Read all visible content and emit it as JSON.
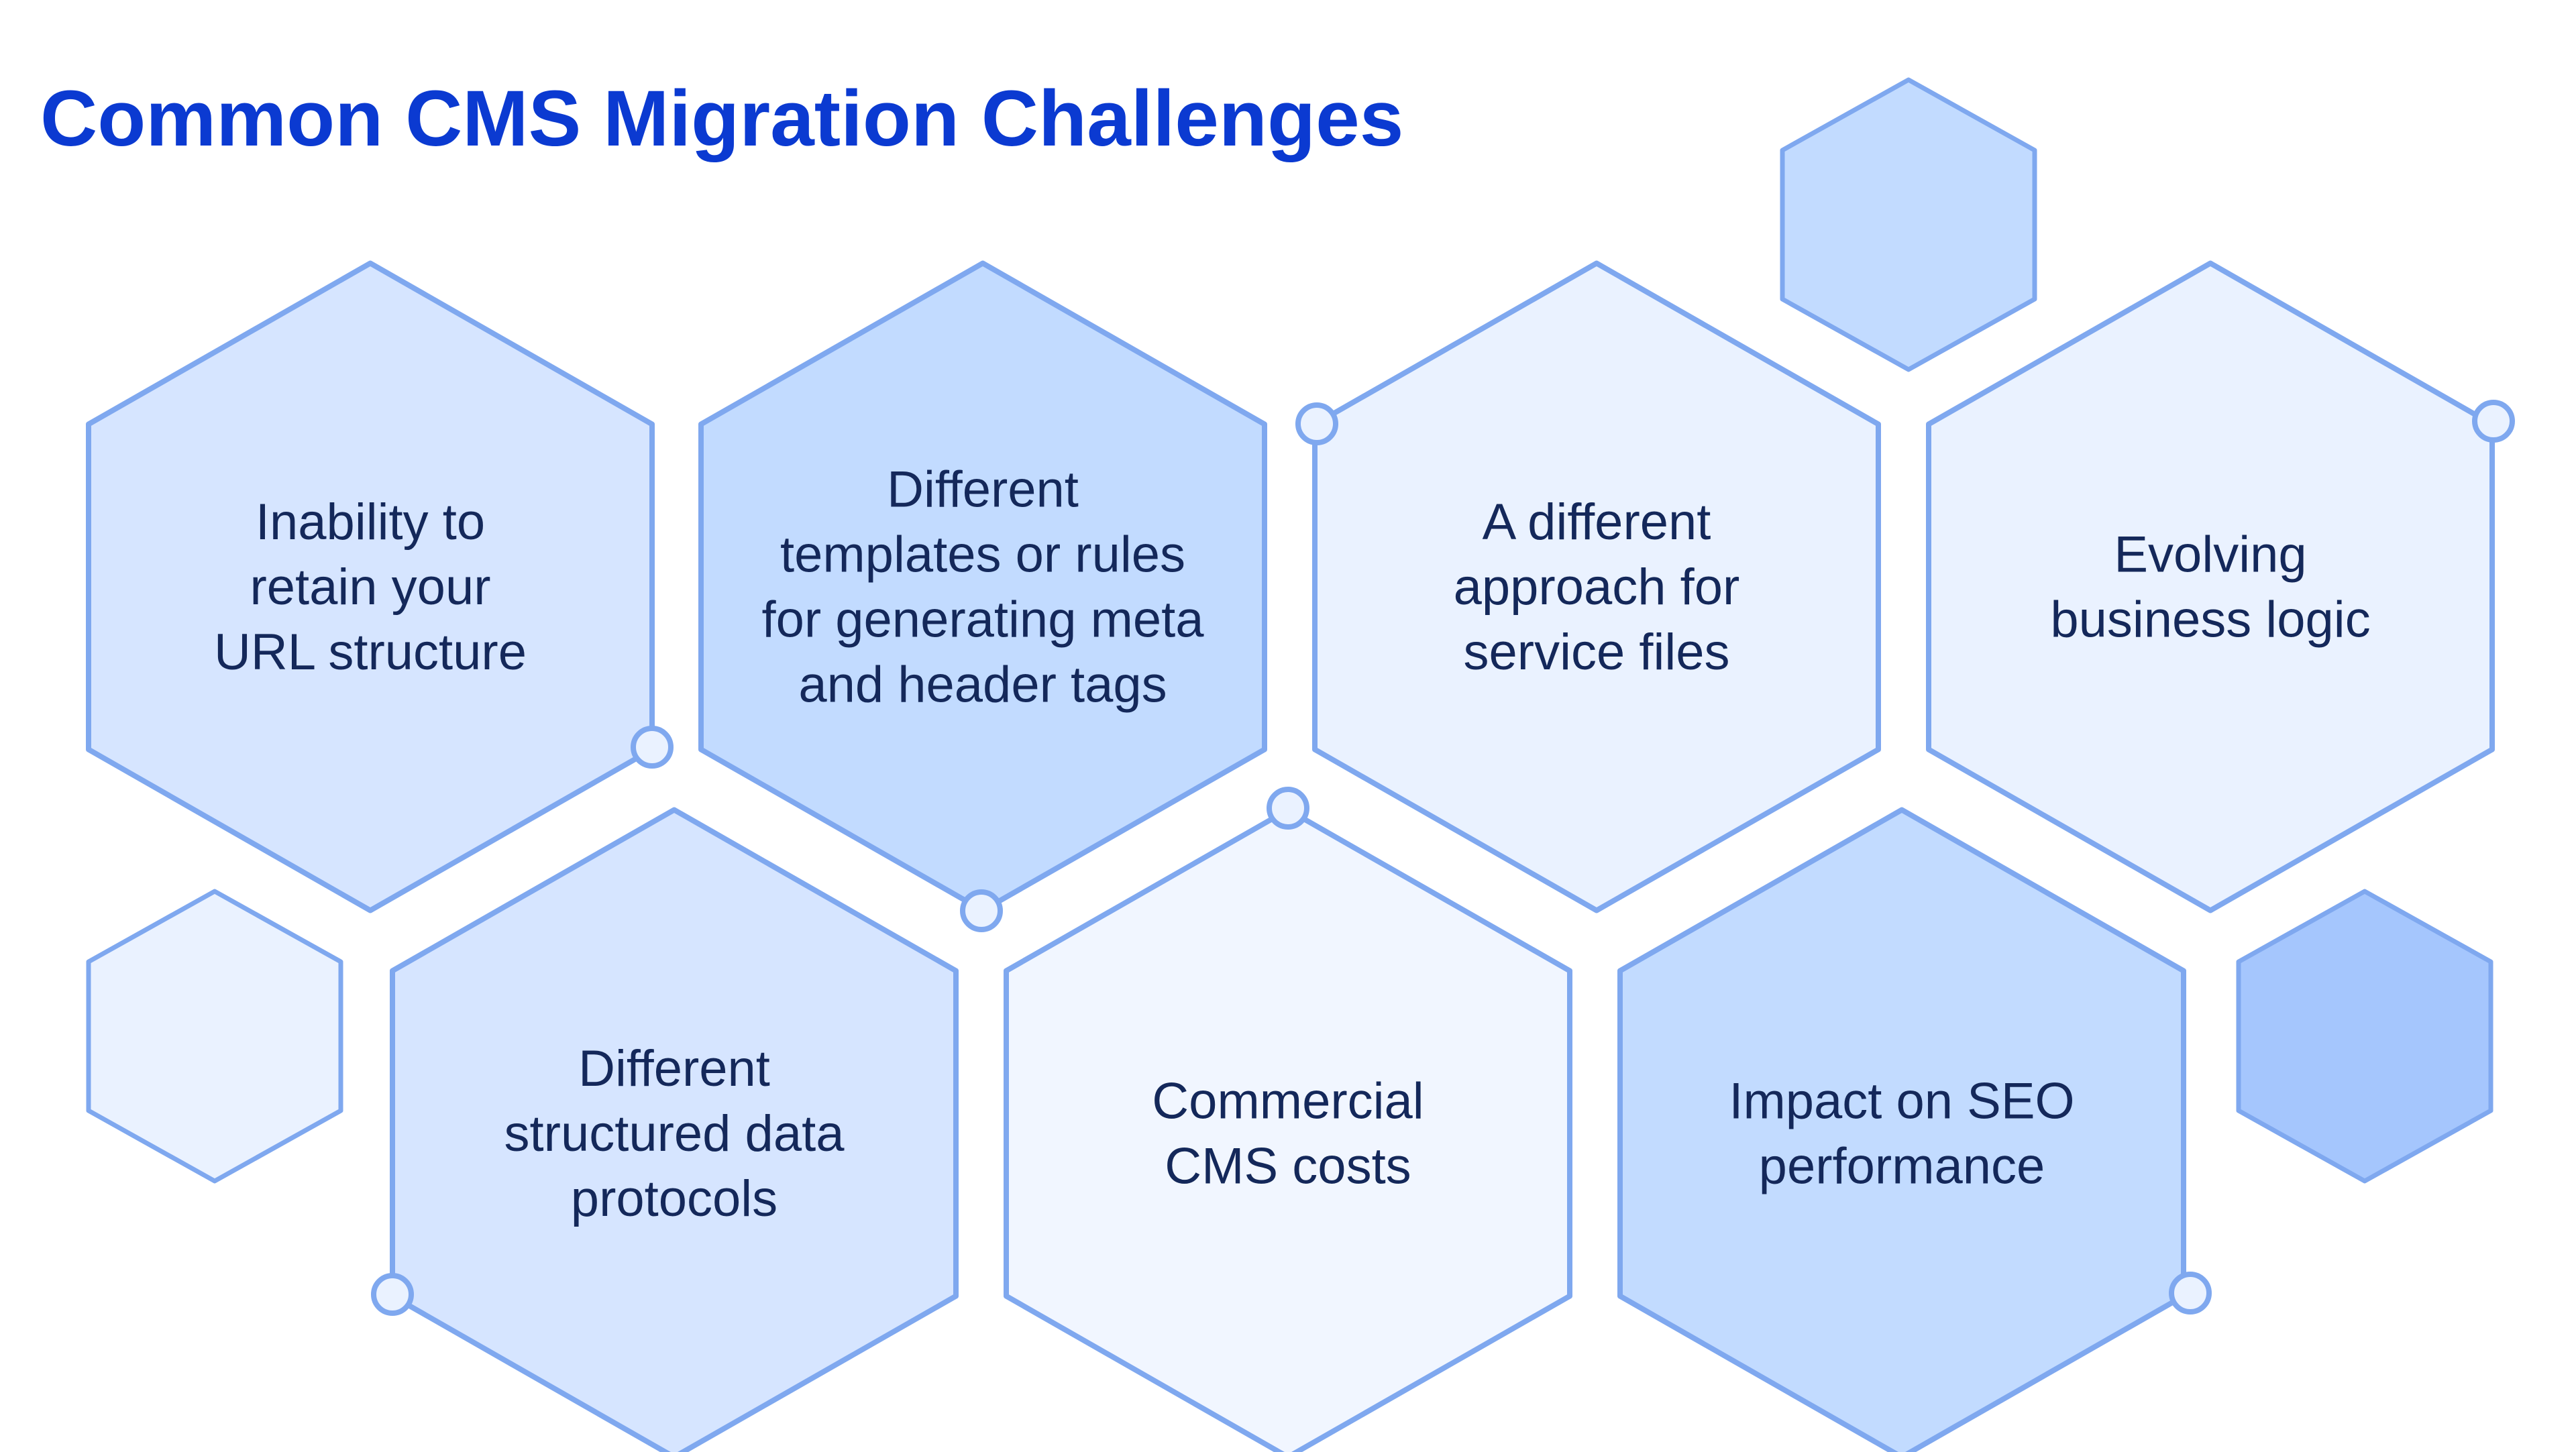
{
  "title": "Common CMS Migration Challenges",
  "colors": {
    "title": "#0b3ad1",
    "text": "#14285a",
    "stroke": "#7fa8ef",
    "fills": {
      "light": "#eaf2ff",
      "lighter": "#f1f6ff",
      "soft": "#d6e5ff",
      "medium": "#c2dbff",
      "strong": "#a5c6fd"
    }
  },
  "challenges": [
    {
      "lines": [
        "Inability to",
        "retain your",
        "URL structure"
      ],
      "fill": "soft"
    },
    {
      "lines": [
        "Different",
        "templates or rules",
        "for generating meta",
        "and header tags"
      ],
      "fill": "medium"
    },
    {
      "lines": [
        "A different",
        "approach for",
        "service files"
      ],
      "fill": "light"
    },
    {
      "lines": [
        "Evolving",
        "business logic"
      ],
      "fill": "light"
    },
    {
      "lines": [
        "Different",
        "structured data",
        "protocols"
      ],
      "fill": "soft"
    },
    {
      "lines": [
        "Commercial",
        "CMS costs"
      ],
      "fill": "lighter"
    },
    {
      "lines": [
        "Impact on SEO",
        "performance"
      ],
      "fill": "medium"
    }
  ],
  "decorations": [
    {
      "fill": "medium"
    },
    {
      "fill": "light"
    },
    {
      "fill": "strong"
    }
  ]
}
